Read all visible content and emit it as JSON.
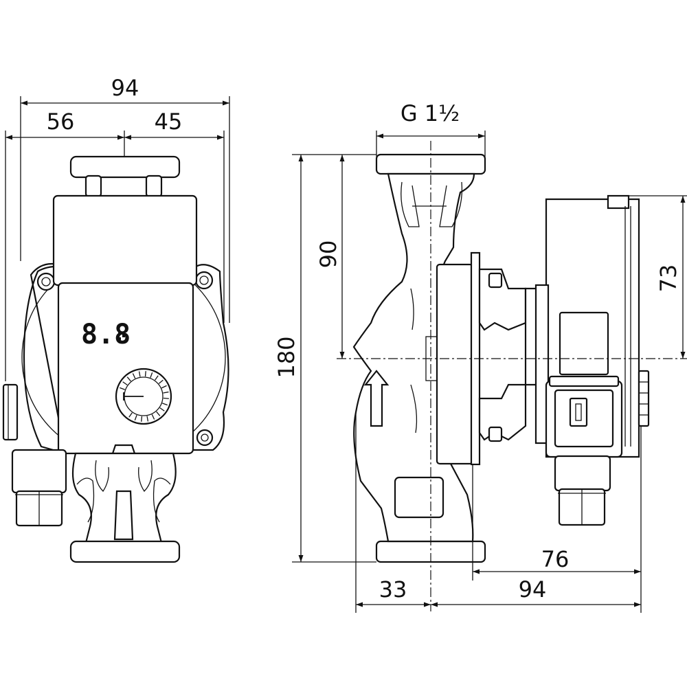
{
  "dimensions": {
    "front_overall_width": "94",
    "front_left_width": "56",
    "front_right_width": "45",
    "thread": "G 1½",
    "height_total": "180",
    "height_upper": "90",
    "motor_height": "73",
    "side_depth_76": "76",
    "side_depth_94": "94",
    "side_left_33": "33"
  },
  "front_view": {
    "display_text": "8.8"
  }
}
